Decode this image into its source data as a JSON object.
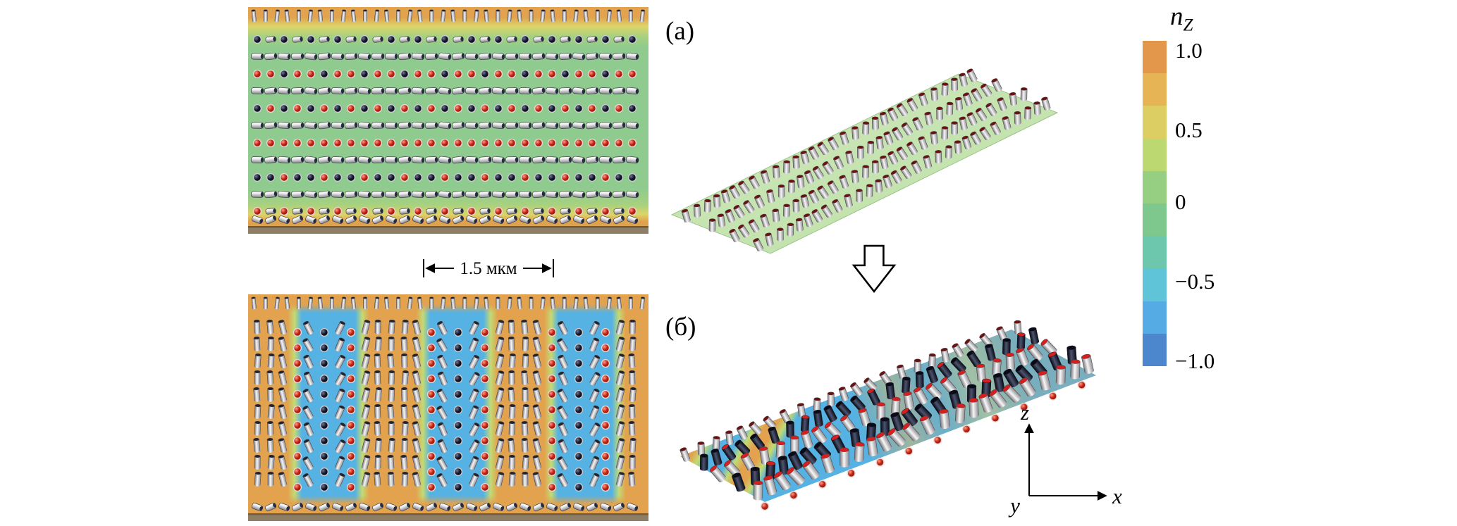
{
  "figure": {
    "panels": {
      "a": {
        "label": "(a)"
      },
      "b": {
        "label": "(б)"
      }
    },
    "scale": {
      "label": "1.5 мкм"
    },
    "colorbar": {
      "title_main": "n",
      "title_sub": "Z",
      "ticks": [
        "1.0",
        "0.5",
        "0",
        "−0.5",
        "−1.0"
      ],
      "segments": [
        "#E2974B",
        "#E6B455",
        "#DCCE62",
        "#BBD871",
        "#97CF82",
        "#7EC88E",
        "#6CC7AC",
        "#5FC4D8",
        "#55ACE4",
        "#4C86CC"
      ]
    },
    "axes": {
      "x": "x",
      "y": "y",
      "z": "z"
    },
    "palette": {
      "surface_orange": "#E2A24E",
      "surface_green": "#8FCB8E",
      "transition_yellow": "#DCD468",
      "transition_yellow_green": "#C3DA74",
      "stripe_blue": "#55B2E2",
      "slab_green": "#BCE0A6",
      "dot_red": "#C42414",
      "dot_navy": "#14182B",
      "cap_maroon": "#6B1111",
      "cap_red": "#D81F1F",
      "substrate_brown": "#8F7E66"
    }
  }
}
